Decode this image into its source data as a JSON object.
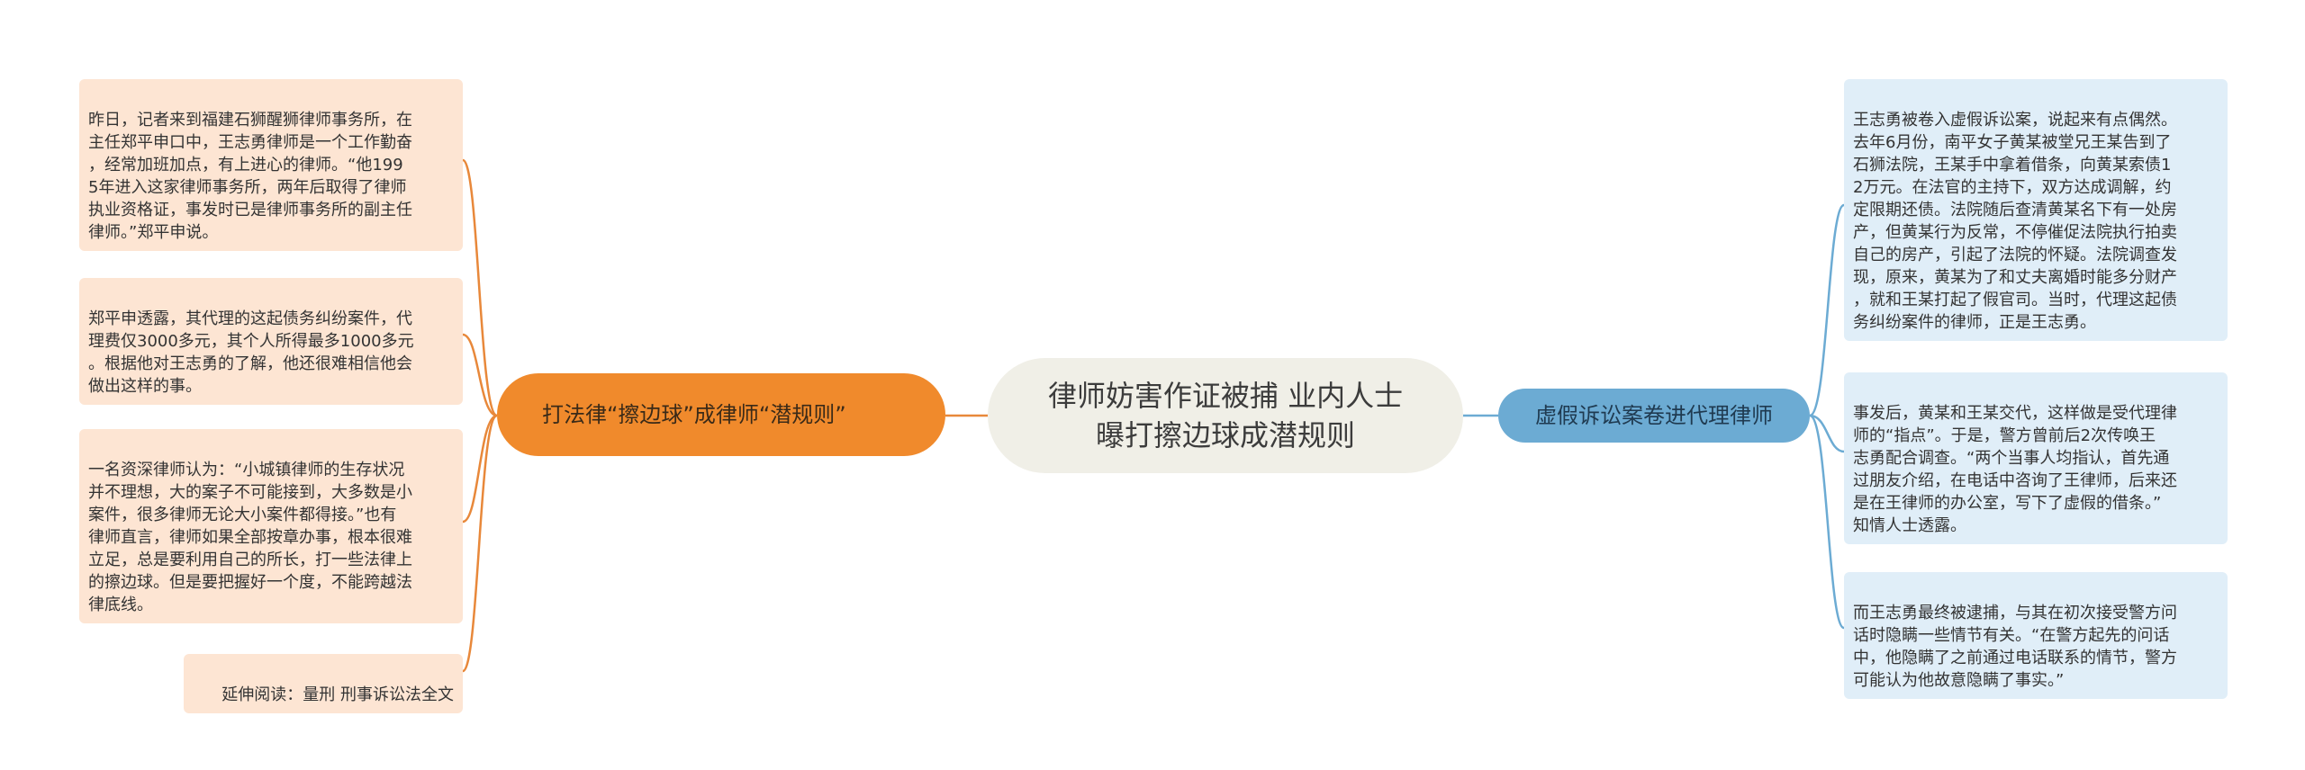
{
  "colors": {
    "left_branch": "#f08a2c",
    "left_leaf_bg": "#fde5d3",
    "left_line": "#e8883a",
    "right_branch": "#6cabd3",
    "right_leaf_bg": "#e0eef8",
    "right_line": "#6cabd3",
    "root_bg": "#f0efe7"
  },
  "root": {
    "title": "律师妨害作证被捕 业内人士曝打擦边球成潜规则"
  },
  "left_branch": {
    "label": "打法律“擦边球”成律师“潜规则”",
    "leaves": [
      "昨日，记者来到福建石狮醒狮律师事务所，在\n主任郑平申口中，王志勇律师是一个工作勤奋\n，经常加班加点，有上进心的律师。“他199\n5年进入这家律师事务所，两年后取得了律师\n执业资格证，事发时已是律师事务所的副主任\n律师。”郑平申说。",
      "郑平申透露，其代理的这起债务纠纷案件，代\n理费仅3000多元，其个人所得最多1000多元\n。根据他对王志勇的了解，他还很难相信他会\n做出这样的事。",
      "一名资深律师认为：“小城镇律师的生存状况\n并不理想，大的案子不可能接到，大多数是小\n案件，很多律师无论大小案件都得接。”也有\n律师直言，律师如果全部按章办事，根本很难\n立足，总是要利用自己的所长，打一些法律上\n的擦边球。但是要把握好一个度，不能跨越法\n律底线。",
      "延伸阅读：量刑 刑事诉讼法全文"
    ]
  },
  "right_branch": {
    "label": "虚假诉讼案卷进代理律师",
    "leaves": [
      "王志勇被卷入虚假诉讼案，说起来有点偶然。\n去年6月份，南平女子黄某被堂兄王某告到了\n石狮法院，王某手中拿着借条，向黄某索债1\n2万元。在法官的主持下，双方达成调解，约\n定限期还债。法院随后查清黄某名下有一处房\n产，但黄某行为反常，不停催促法院执行拍卖\n自己的房产，引起了法院的怀疑。法院调查发\n现，原来，黄某为了和丈夫离婚时能多分财产\n，就和王某打起了假官司。当时，代理这起债\n务纠纷案件的律师，正是王志勇。",
      "事发后，黄某和王某交代，这样做是受代理律\n师的“指点”。于是，警方曾前后2次传唤王\n志勇配合调查。“两个当事人均指认，首先通\n过朋友介绍，在电话中咨询了王律师，后来还\n是在王律师的办公室，写下了虚假的借条。”\n知情人士透露。",
      "而王志勇最终被逮捕，与其在初次接受警方问\n话时隐瞒一些情节有关。“在警方起先的问话\n中，他隐瞒了之前通过电话联系的情节，警方\n可能认为他故意隐瞒了事实。”"
    ]
  }
}
